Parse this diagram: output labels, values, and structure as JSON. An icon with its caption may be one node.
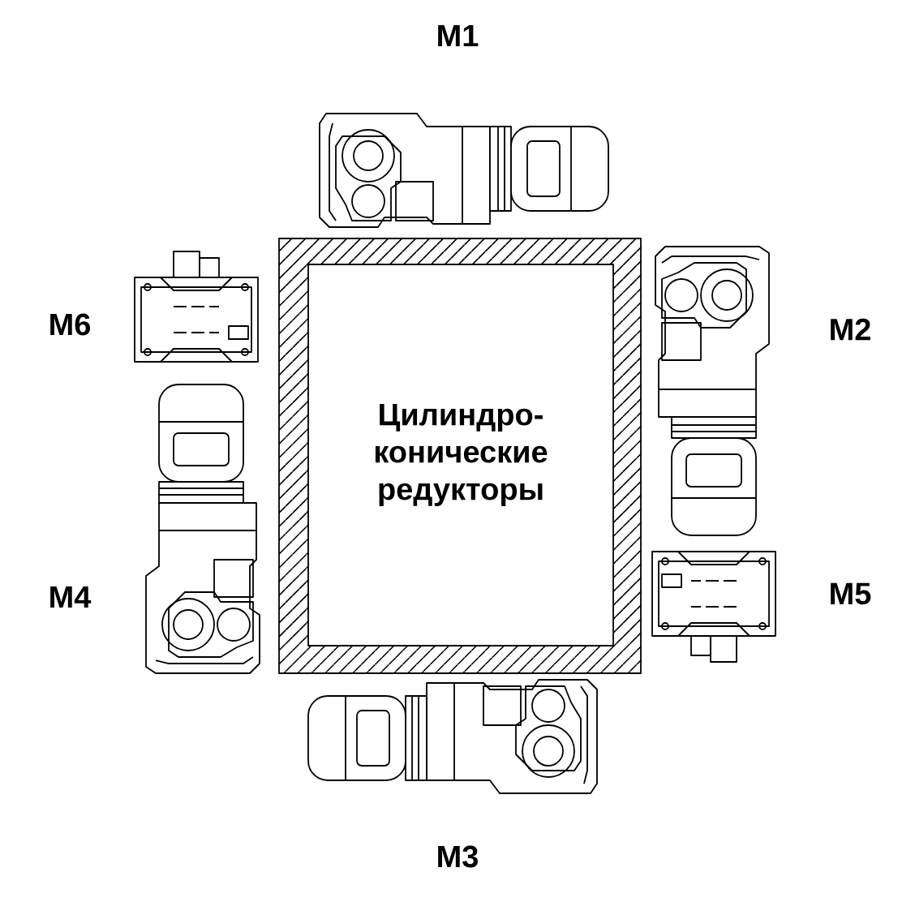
{
  "diagram": {
    "nodes": [
      {
        "text": [
          "Цилиндро- конические редукторы"
        ]
      }
    ],
    "labels": [
      "M1",
      "M6",
      "M2",
      "M4",
      "M5",
      "M3"
    ]
  }
}
